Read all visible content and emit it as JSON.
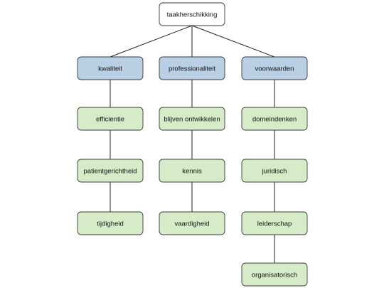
{
  "colors": {
    "root_fill": "#ffffff",
    "category_fill": "#b9cfe3",
    "leaf_fill": "#d6ecc8",
    "border": "#3a3a3a",
    "line": "#222222"
  },
  "diagram": {
    "root": {
      "label": "taakherschikking"
    },
    "categories": [
      {
        "label": "kwaliteit",
        "children": [
          "efficientie",
          "patientgerichtheid",
          "tijdigheid"
        ]
      },
      {
        "label": "professionaliteit",
        "children": [
          "blijven ontwikkelen",
          "kennis",
          "vaardigheid"
        ]
      },
      {
        "label": "voorwaarden",
        "children": [
          "domeindenken",
          "juridisch",
          "leiderschap",
          "organisatorisch"
        ]
      }
    ]
  }
}
